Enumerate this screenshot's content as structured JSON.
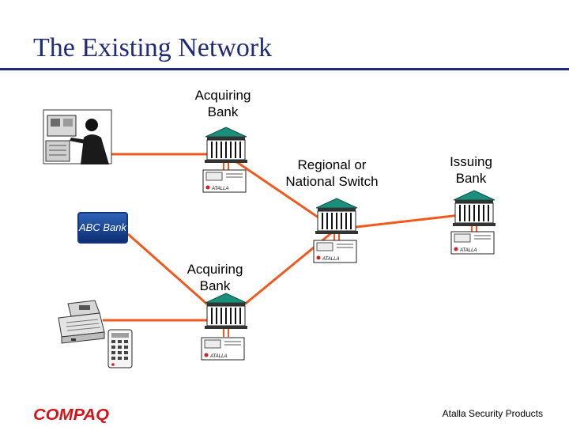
{
  "slide": {
    "title": "The Existing Network"
  },
  "labels": {
    "acquiring_top": "Acquiring\nBank",
    "regional": "Regional or\nNational Switch",
    "issuing": "Issuing\nBank",
    "acquiring_bottom": "Acquiring\nBank",
    "abc_bank": "ABC Bank"
  },
  "hsm_brand": "ATALLA",
  "footer": {
    "credit": "Atalla Security Products",
    "logo": "COMPAQ"
  },
  "colors": {
    "title": "#1f2a78",
    "link": "#f05a1e",
    "bank_roof": "#1a8f7c",
    "pin_red": "#d42020"
  }
}
